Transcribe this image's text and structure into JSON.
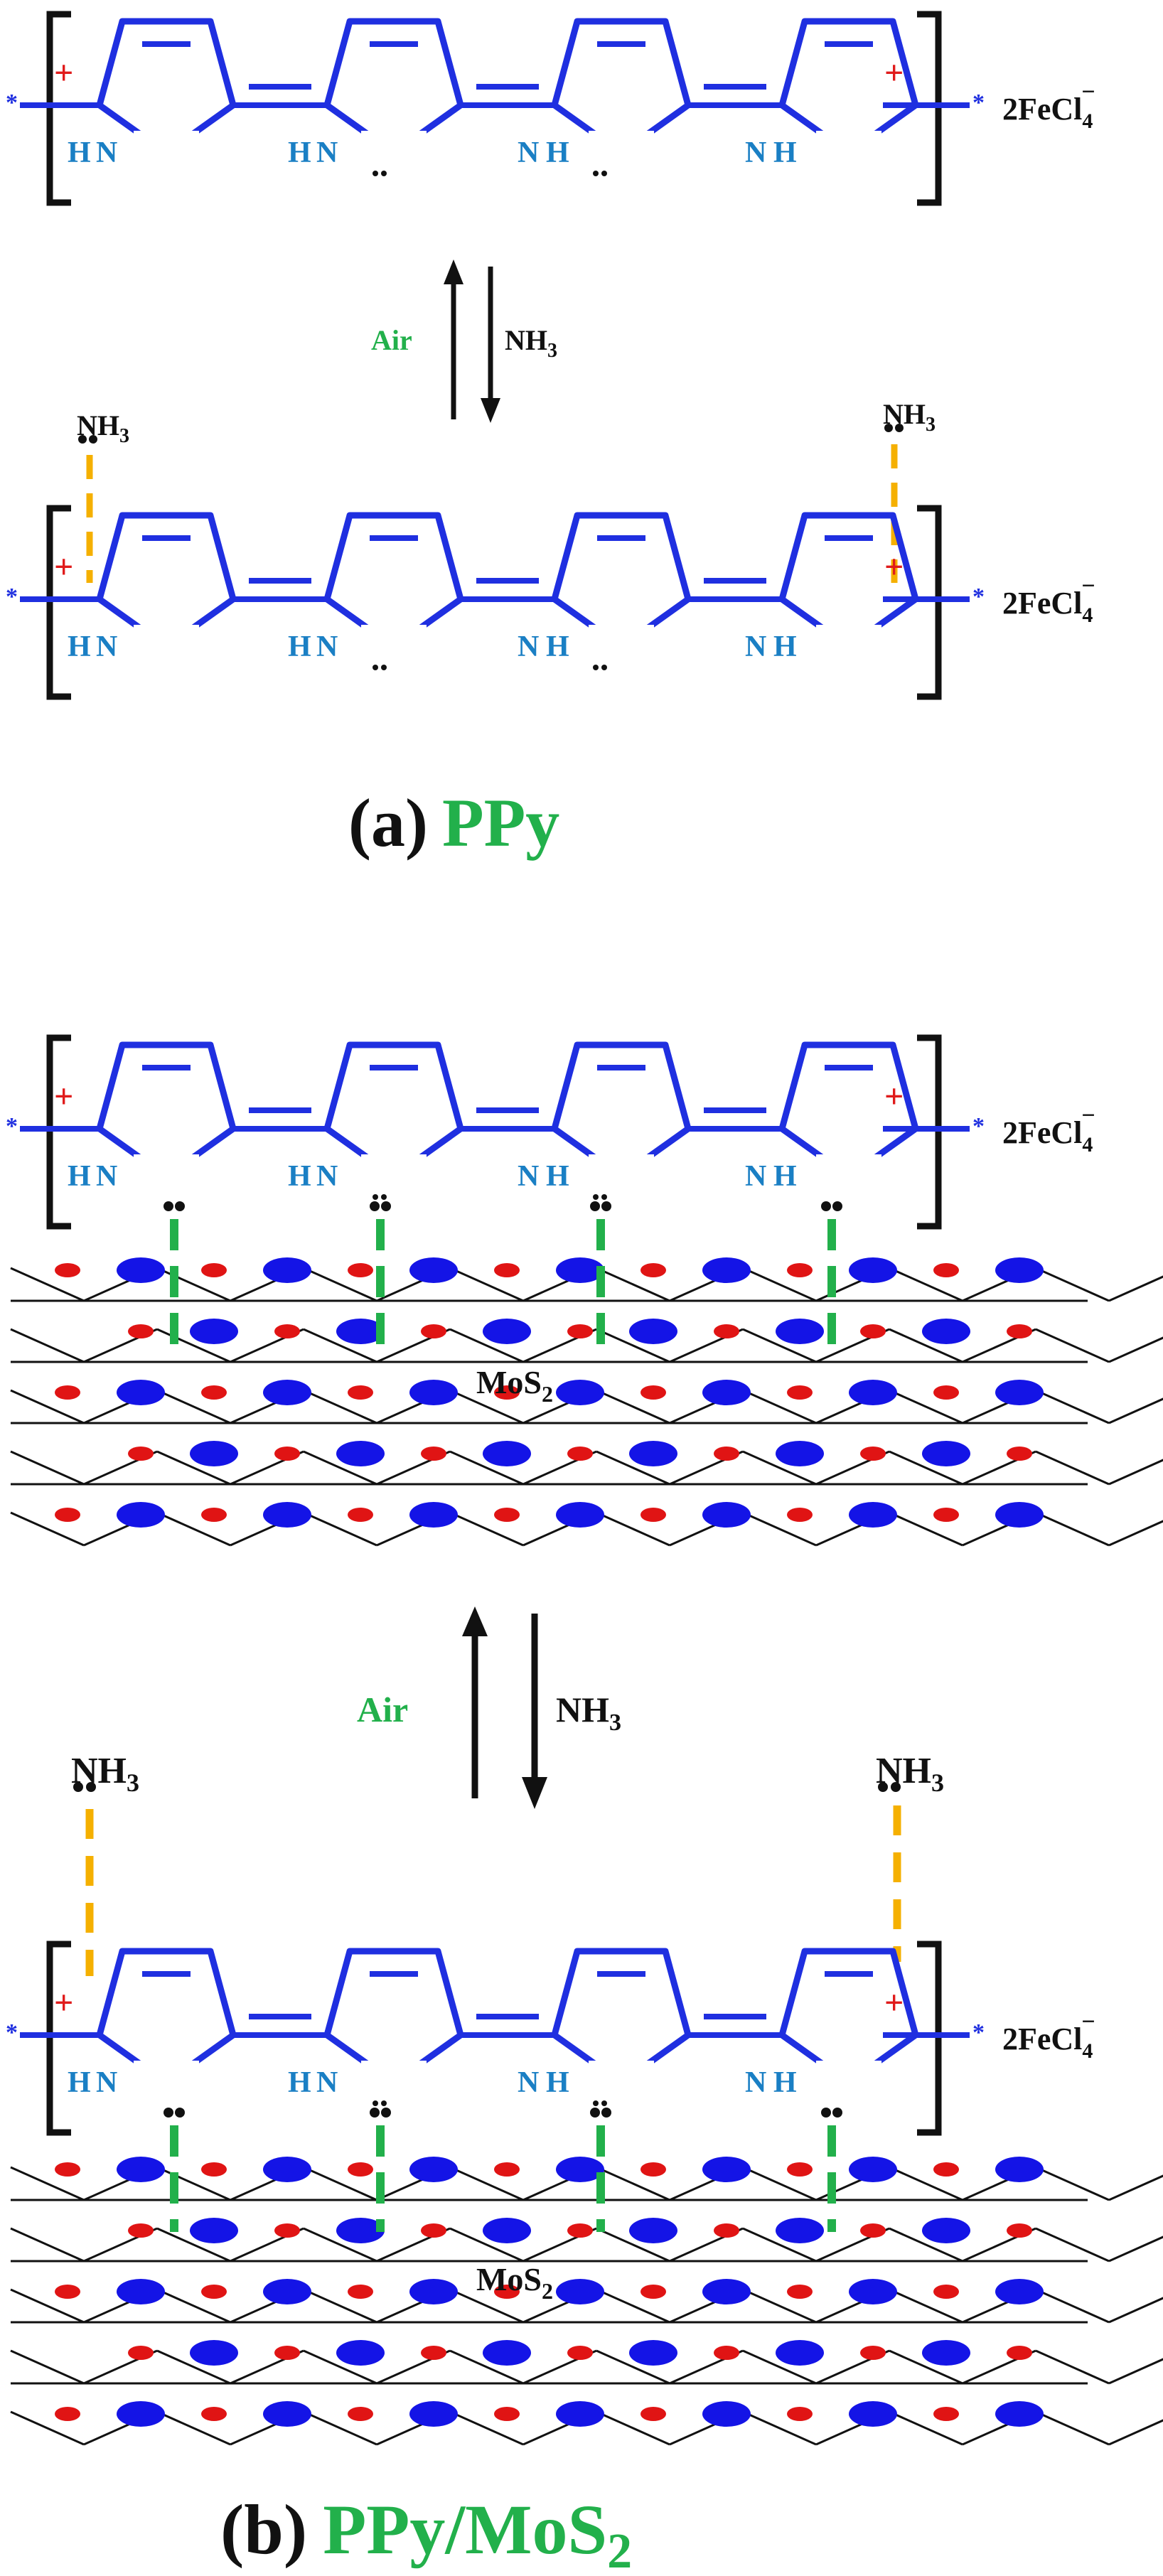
{
  "figure": {
    "panel_a": {
      "letter": "(a)",
      "material": "PPy"
    },
    "panel_b": {
      "letter": "(b)",
      "material_main": "PPy/MoS",
      "material_sub": "2"
    },
    "dopant": {
      "main": "2FeCl",
      "sub": "4",
      "sup": "−"
    },
    "ammonia": {
      "main": "NH",
      "sub": "3"
    },
    "arrow_up_label": "Air",
    "substrate": {
      "main": "MoS",
      "sub": "2"
    },
    "star": "*",
    "plus": "+",
    "nh_labels": {
      "h": "H",
      "n": "N"
    },
    "colors": {
      "polymer": "#1f2fe0",
      "nh_text": "#1a7fc4",
      "charge": "#e01b1b",
      "h_bond": "#f5b000",
      "interaction": "#22b04b",
      "mo_atom": "#1414e6",
      "s_atom": "#e01414",
      "bracket": "#111111"
    }
  }
}
